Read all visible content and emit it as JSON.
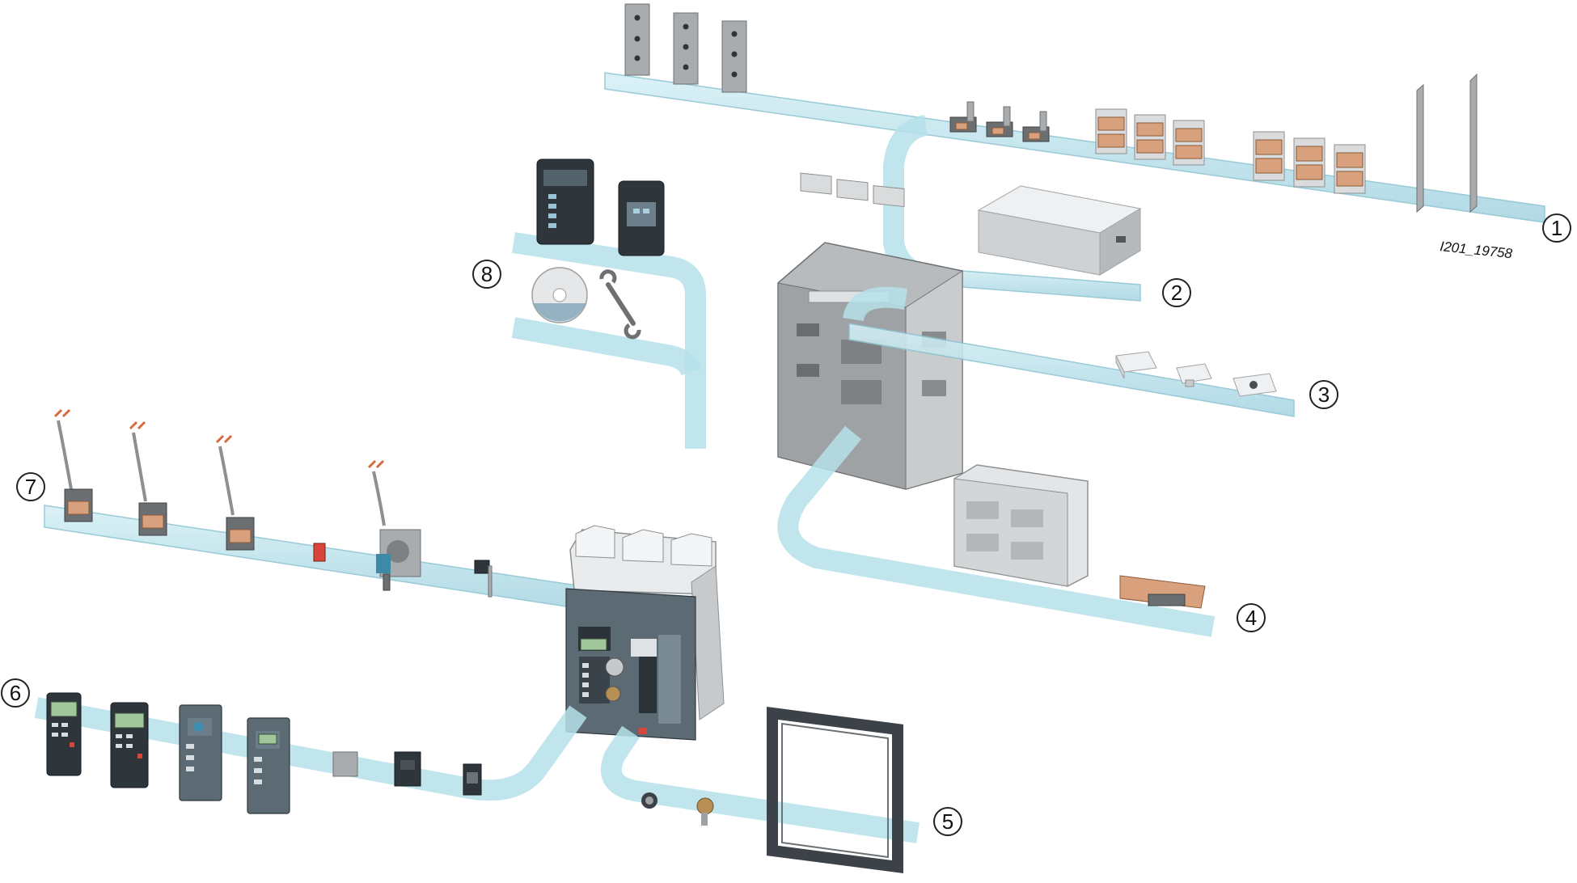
{
  "figure": {
    "reference_code": "I201_19758",
    "callouts": [
      {
        "id": "1",
        "label": "1"
      },
      {
        "id": "2",
        "label": "2"
      },
      {
        "id": "3",
        "label": "3"
      },
      {
        "id": "4",
        "label": "4"
      },
      {
        "id": "5",
        "label": "5"
      },
      {
        "id": "6",
        "label": "6"
      },
      {
        "id": "7",
        "label": "7"
      },
      {
        "id": "8",
        "label": "8"
      }
    ]
  },
  "colors": {
    "rail": "#b5e0ea",
    "rail_edge": "#86bccb",
    "metal": "#a9acae",
    "copper": "#d8a07c",
    "housing": "#5c6a73",
    "background": "#ffffff"
  }
}
